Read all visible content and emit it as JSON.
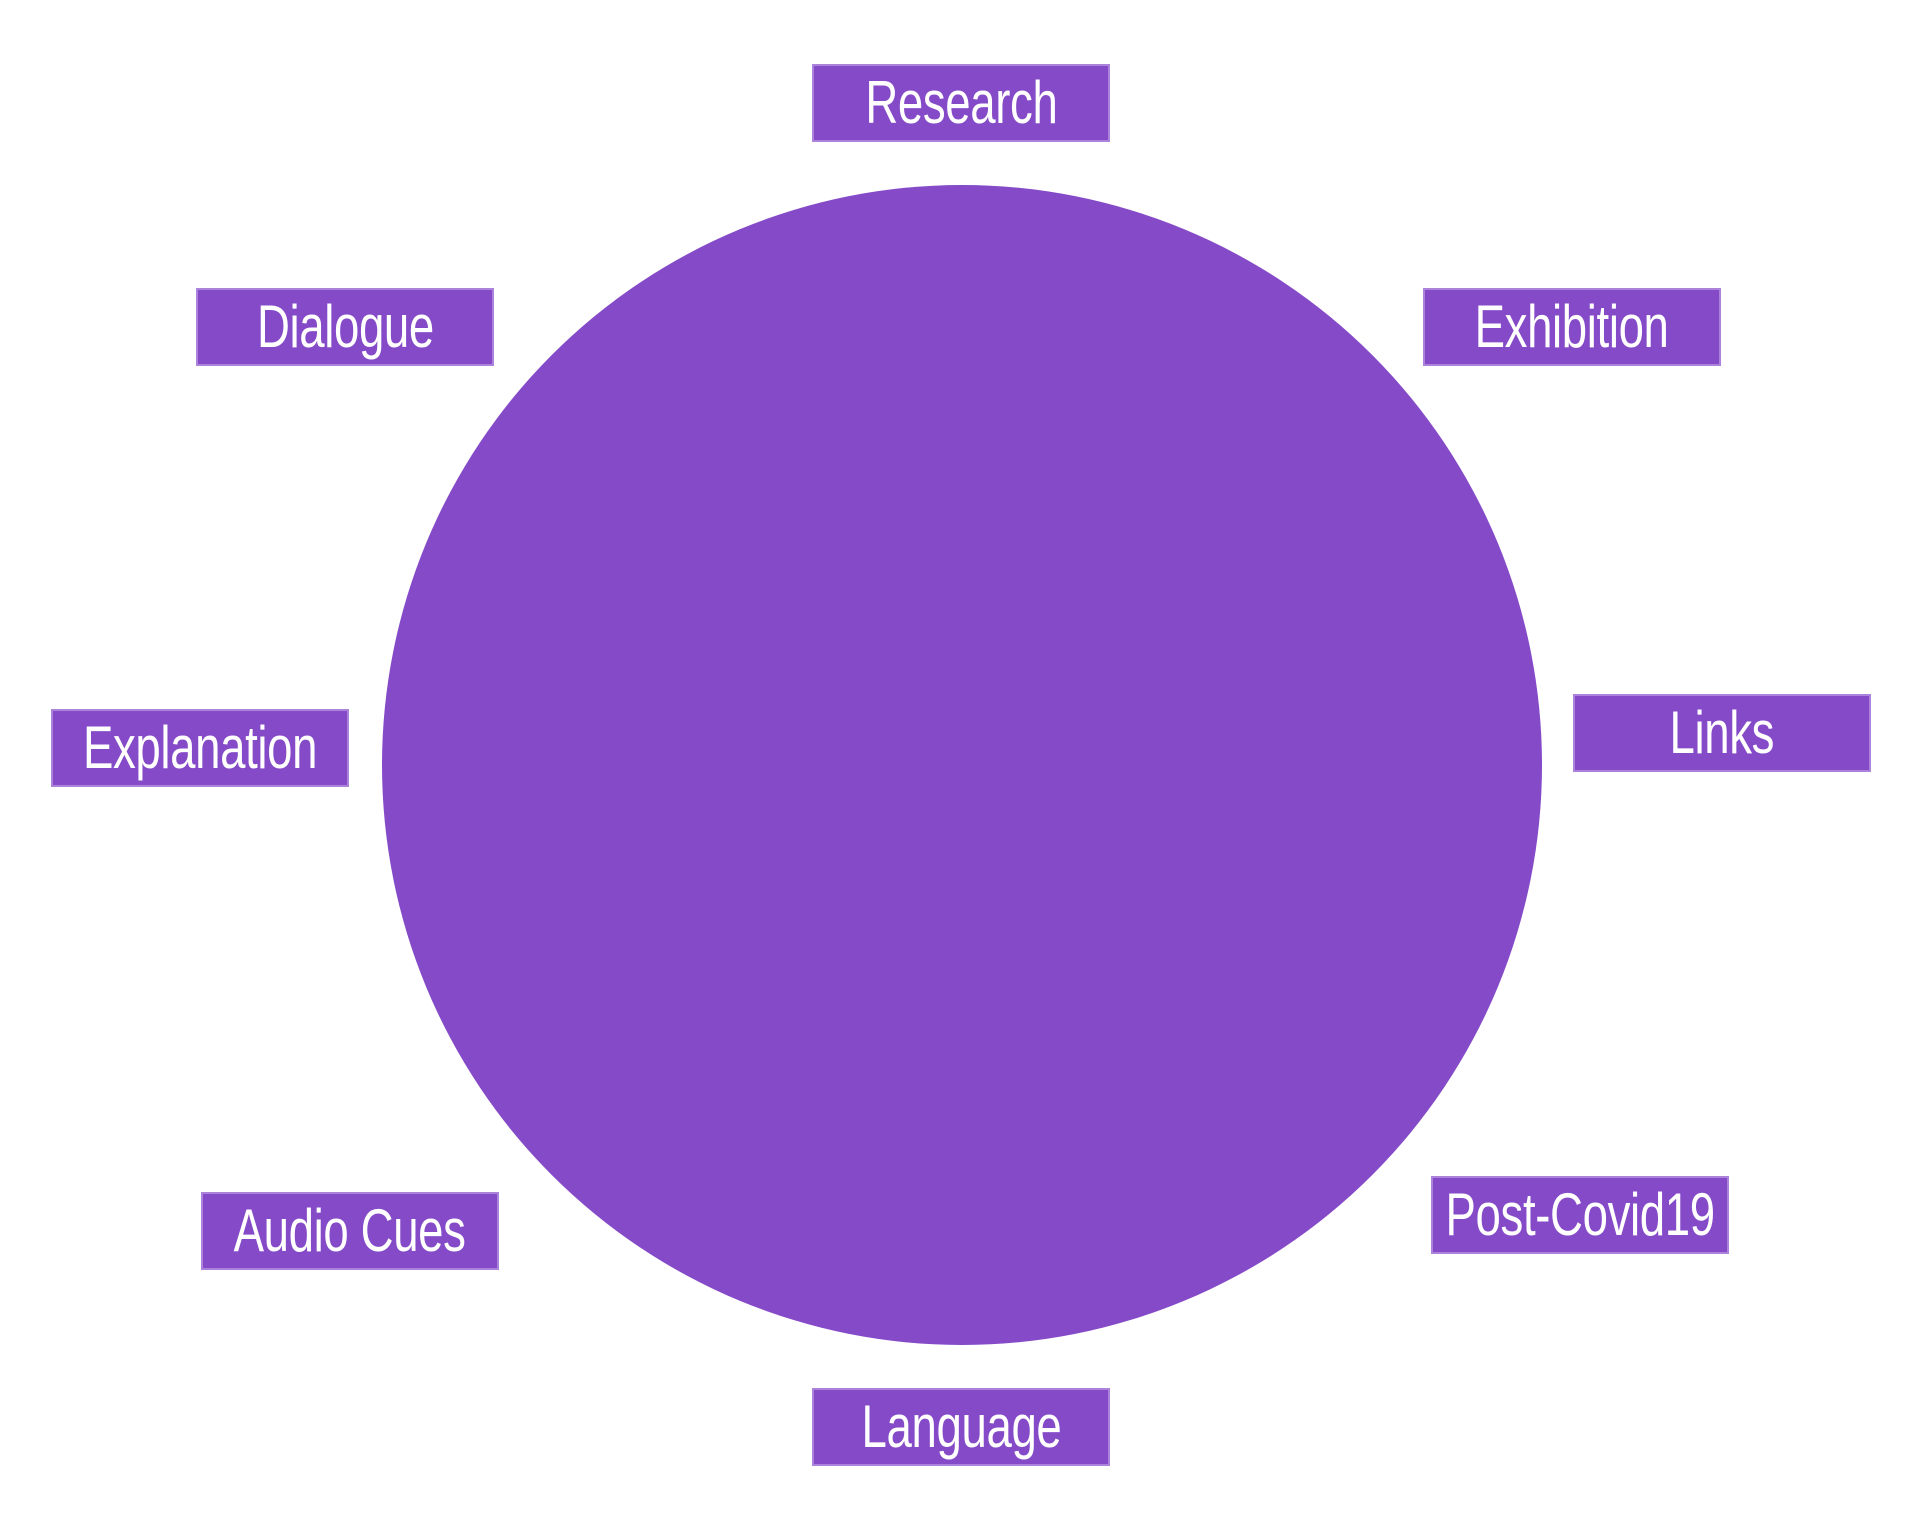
{
  "colors": {
    "fill": "#854ac8",
    "border": "#ab83db",
    "text": "#ffffff",
    "background": "#ffffff"
  },
  "labels": {
    "research": "Research",
    "exhibition": "Exhibition",
    "links": "Links",
    "post_covid": "Post-Covid19",
    "language": "Language",
    "audio_cues": "Audio Cues",
    "explanation": "Explanation",
    "dialogue": "Dialogue"
  }
}
